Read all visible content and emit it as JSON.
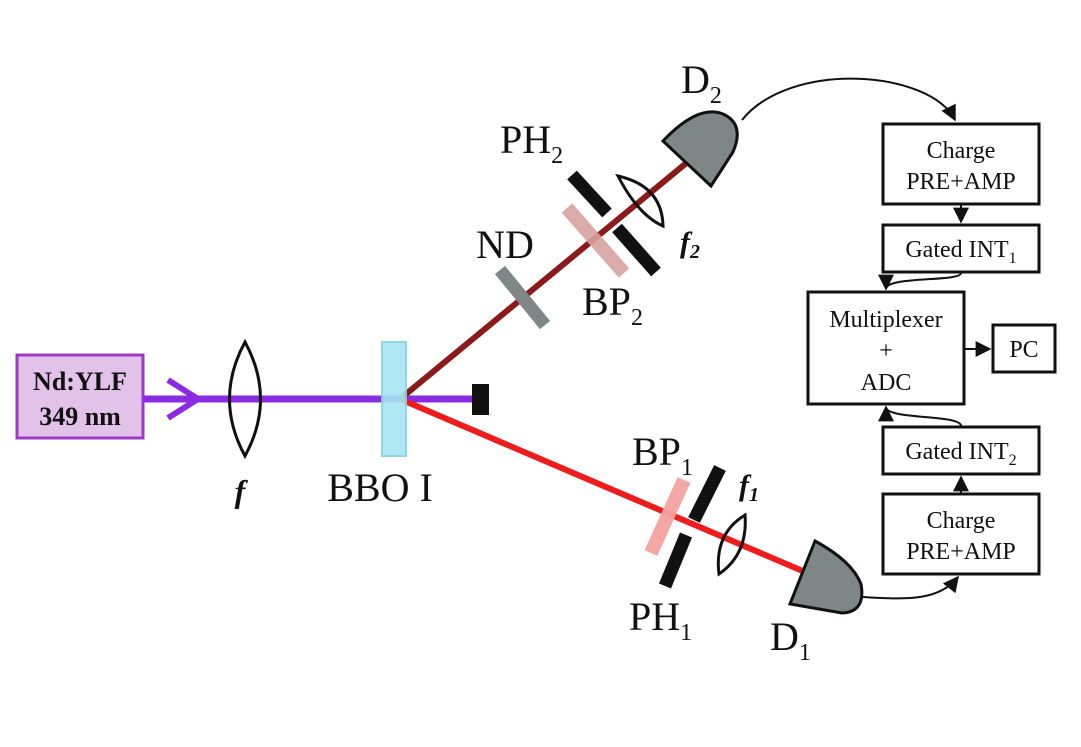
{
  "colors": {
    "pump_beam": "#8a2be2",
    "signal_beam": "#8b1a1a",
    "idler_beam": "#ee1c1c",
    "crystal": "#a6e6f5",
    "source_fill": "#e3c2ea",
    "source_stroke": "#9b3cc7",
    "detector": "#7e8785",
    "filter_bp2": "#d8a39f",
    "filter_bp1": "#f4a3a0",
    "nd_filter": "#7e8785",
    "pinhole": "#111111"
  },
  "source": {
    "line1": "Nd:YLF",
    "line2": "349 nm"
  },
  "lens_main": {
    "label": "f"
  },
  "crystal": {
    "label": "BBO I"
  },
  "nd": {
    "label": "ND"
  },
  "signal_arm": {
    "pinhole": {
      "base": "PH",
      "sub": "2"
    },
    "filter": {
      "base": "BP",
      "sub": "2"
    },
    "lens": {
      "base": "f",
      "sub": "2"
    },
    "detector": {
      "base": "D",
      "sub": "2"
    }
  },
  "idler_arm": {
    "pinhole": {
      "base": "PH",
      "sub": "1"
    },
    "filter": {
      "base": "BP",
      "sub": "1"
    },
    "lens": {
      "base": "f",
      "sub": "1"
    },
    "detector": {
      "base": "D",
      "sub": "1"
    }
  },
  "electronics": {
    "charge_top": {
      "line1": "Charge",
      "line2": "PRE+AMP"
    },
    "gated_top": {
      "base": "Gated INT",
      "sub": "1"
    },
    "mux": {
      "line1": "Multiplexer",
      "line2": "+",
      "line3": "ADC"
    },
    "pc": "PC",
    "gated_bottom": {
      "base": "Gated INT",
      "sub": "2"
    },
    "charge_bottom": {
      "line1": "Charge",
      "line2": "PRE+AMP"
    }
  }
}
